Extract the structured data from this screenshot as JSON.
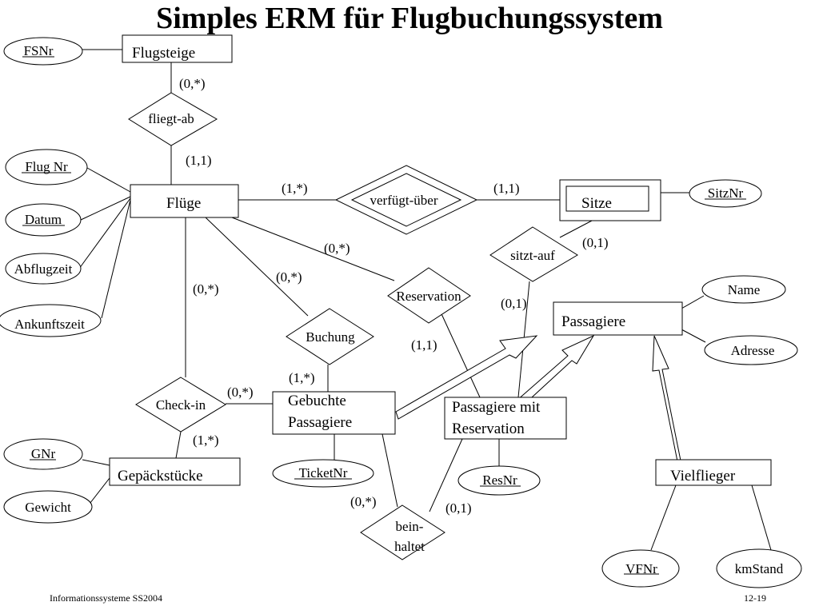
{
  "title": "Simples ERM für Flugbuchungssystem",
  "footer": {
    "left": "Informationssysteme SS2004",
    "right": "12-19"
  },
  "entities": {
    "flugsteige": "Flugsteige",
    "fluege": "Flüge",
    "sitze": "Sitze",
    "passagiere": "Passagiere",
    "gebuchte_line1": "Gebuchte",
    "gebuchte_line2": "Passagiere",
    "mitres_line1": "Passagiere mit",
    "mitres_line2": "Reservation",
    "gepaeck": "Gepäckstücke",
    "vielflieger": "Vielflieger"
  },
  "relationships": {
    "fliegt_ab": "fliegt-ab",
    "verfuegt_ueber": "verfügt-über",
    "sitzt_auf": "sitzt-auf",
    "reservation": "Reservation",
    "buchung": "Buchung",
    "check_in": "Check-in",
    "beinhaltet_line1": "bein-",
    "beinhaltet_line2": "haltet"
  },
  "attributes": {
    "fsnr": "FSNr",
    "flugnr": "Flug Nr",
    "datum": "Datum",
    "abflugzeit": "Abflugzeit",
    "ankunftszeit": "Ankunftszeit",
    "sitznr": "SitzNr",
    "name": "Name",
    "adresse": "Adresse",
    "gnr": "GNr",
    "gewicht": "Gewicht",
    "ticketnr": "TicketNr",
    "resnr": "ResNr",
    "vfnr": "VFNr",
    "kmstand": "kmStand"
  },
  "cardinalities": {
    "flugsteige_fliegtab": "(0,*)",
    "fliegtab_fluege": "(1,1)",
    "fluege_verfuegt": "(1,*)",
    "verfuegt_sitze": "(1,1)",
    "sitze_sitztauf": "(0,1)",
    "sitztauf_mitres": "(0,1)",
    "fluege_reservation": "(0,*)",
    "fluege_buchung": "(0,*)",
    "fluege_checkin": "(0,*)",
    "reservation_mitres": "(1,1)",
    "buchung_gebuchte": "(1,*)",
    "checkin_gebuchte": "(0,*)",
    "checkin_gepaeck": "(1,*)",
    "gebuchte_beinhaltet": "(0,*)",
    "mitres_beinhaltet": "(0,1)"
  }
}
